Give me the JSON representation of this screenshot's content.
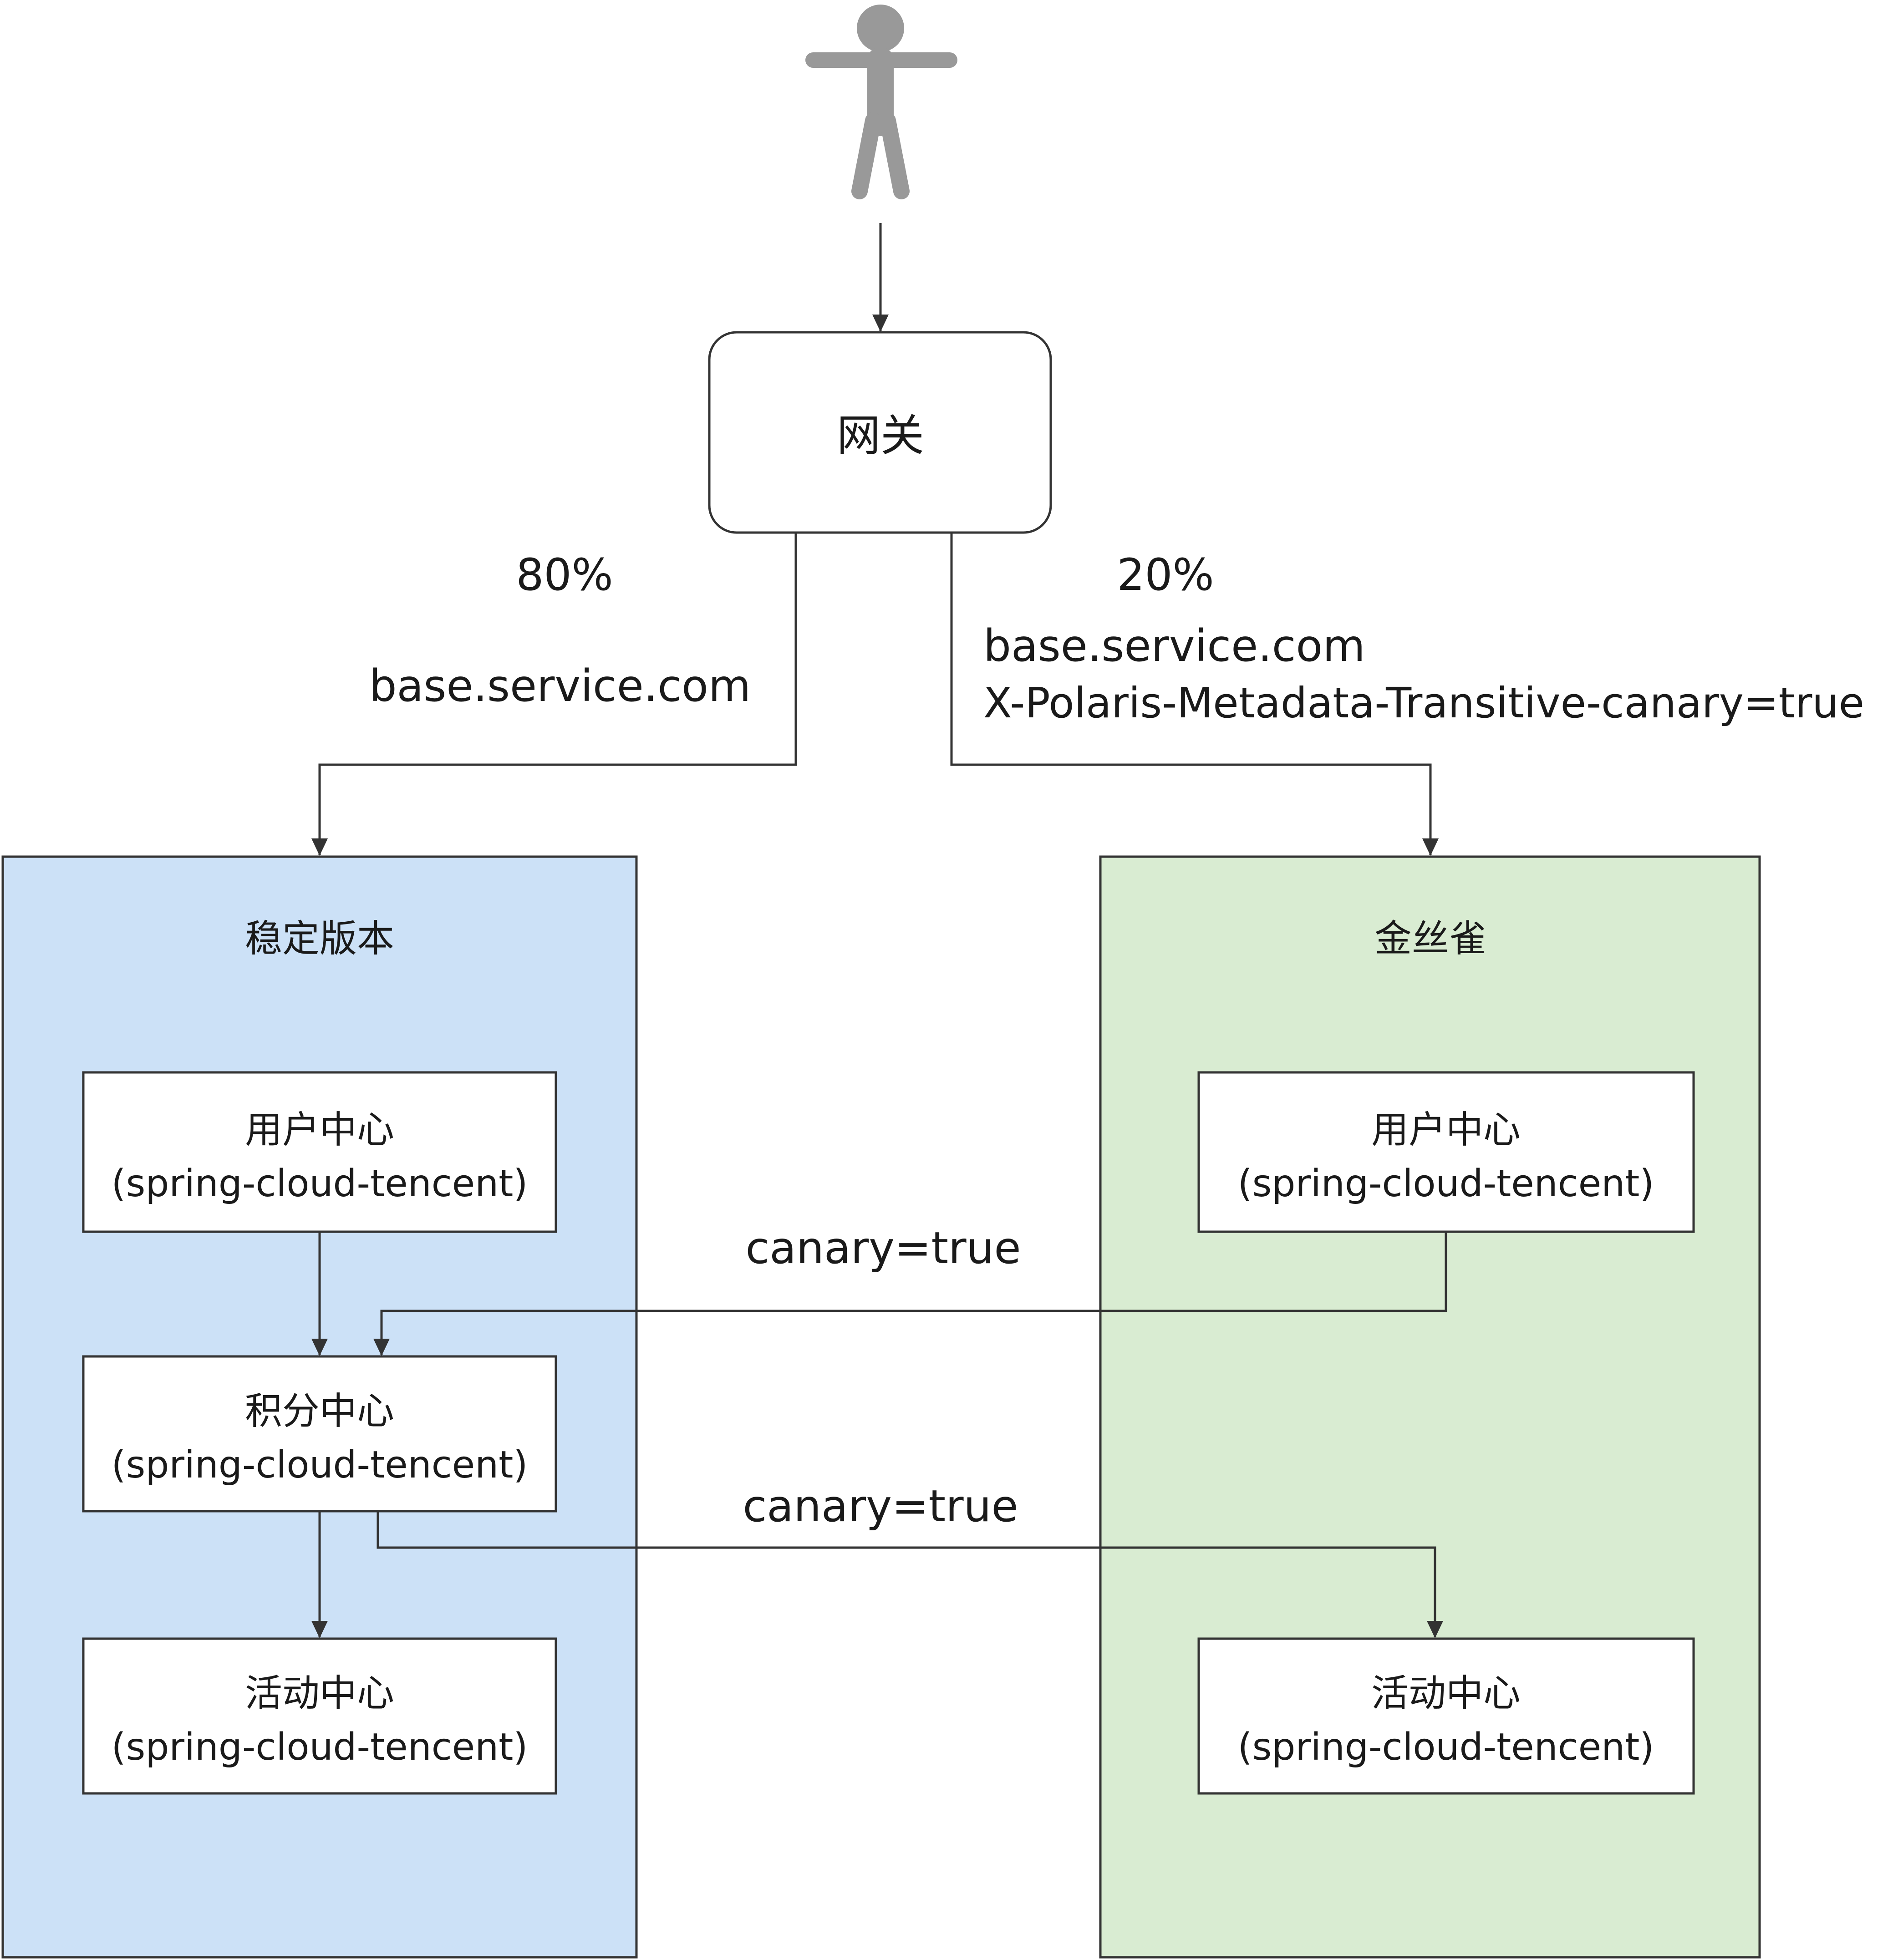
{
  "colors": {
    "stable_fill": "#cce1f7",
    "canary_fill": "#d9ecd2",
    "line": "#333333",
    "person": "#999999"
  },
  "gateway": {
    "label": "网关"
  },
  "edges": {
    "stable_percent": "80%",
    "stable_host": "base.service.com",
    "canary_percent": "20%",
    "canary_host": "base.service.com",
    "canary_header": "X-Polaris-Metadata-Transitive-canary=true",
    "cross_label_1": "canary=true",
    "cross_label_2": "canary=true"
  },
  "stable": {
    "title": "稳定版本",
    "services": [
      {
        "name": "用户中心",
        "framework": "(spring-cloud-tencent)"
      },
      {
        "name": "积分中心",
        "framework": "(spring-cloud-tencent)"
      },
      {
        "name": "活动中心",
        "framework": "(spring-cloud-tencent)"
      }
    ]
  },
  "canary": {
    "title": "金丝雀",
    "services": [
      {
        "name": "用户中心",
        "framework": "(spring-cloud-tencent)"
      },
      {
        "name": "活动中心",
        "framework": "(spring-cloud-tencent)"
      }
    ]
  }
}
